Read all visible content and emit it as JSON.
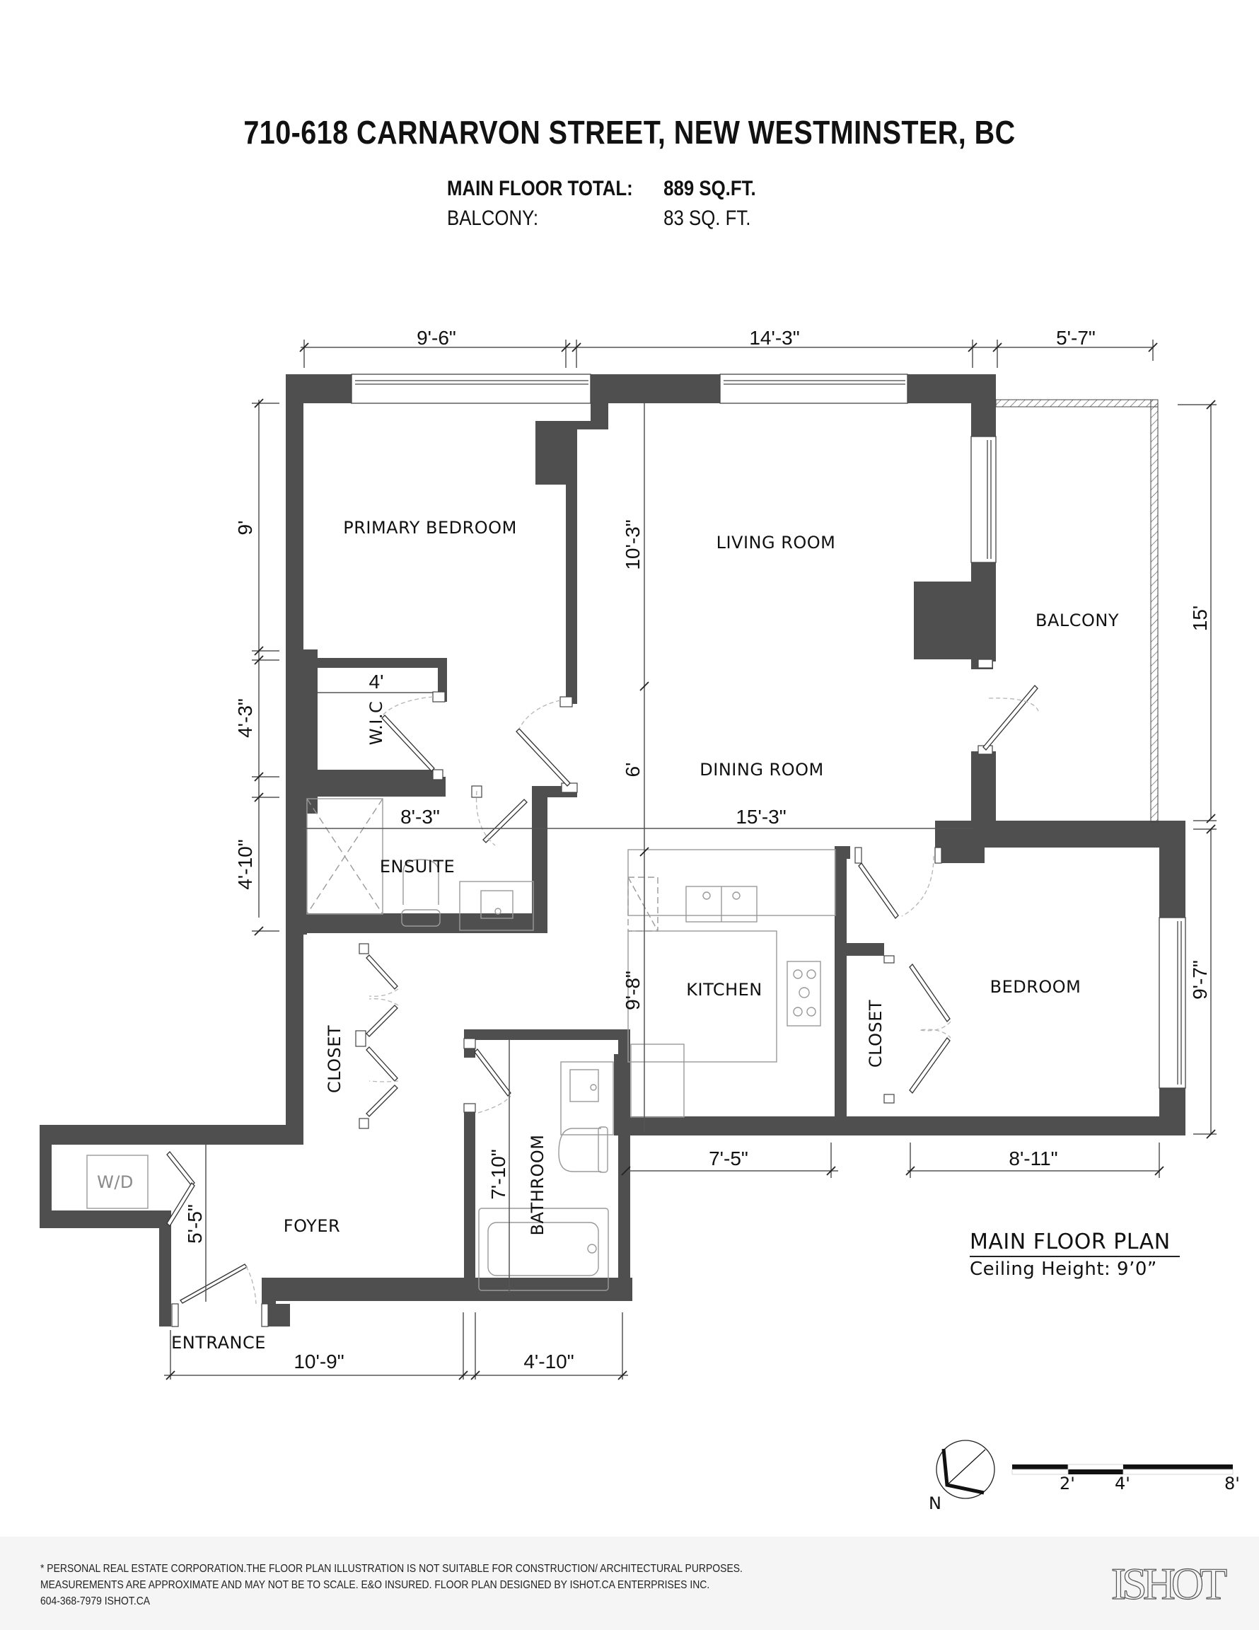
{
  "header": {
    "title": "710-618 CARNARVON STREET, NEW WESTMINSTER, BC",
    "areas": [
      {
        "label": "MAIN FLOOR TOTAL:",
        "value": "889 SQ.FT."
      },
      {
        "label": "BALCONY:",
        "value": "83 SQ. FT."
      }
    ]
  },
  "rooms": {
    "primary_bedroom": "PRIMARY BEDROOM",
    "living_room": "LIVING ROOM",
    "dining_room": "DINING ROOM",
    "balcony": "BALCONY",
    "wic": "W.I.C",
    "ensuite": "ENSUITE",
    "kitchen": "KITCHEN",
    "bedroom": "BEDROOM",
    "closet_bedroom": "CLOSET",
    "closet_hall": "CLOSET",
    "bathroom": "BATHROOM",
    "foyer": "FOYER",
    "wd": "W/D",
    "entrance": "ENTRANCE"
  },
  "dimensions": {
    "top_primary": "9'-6\"",
    "top_living": "14'-3\"",
    "top_balcony": "5'-7\"",
    "left_primary": "9'",
    "left_wic": "4'-3\"",
    "left_ensuite": "4'-10\"",
    "wic_width": "4'",
    "ensuite_width": "8'-3\"",
    "living_depth": "10'-3\"",
    "dining_depth": "6'",
    "dining_width": "15'-3\"",
    "balcony_depth": "15'",
    "kitchen_depth": "9'-8\"",
    "bedroom_depth": "9'-7\"",
    "kitchen_width": "7'-5\"",
    "bedroom_width": "8'-11\"",
    "bathroom_depth": "7'-10\"",
    "foyer_depth": "5'-5\"",
    "bottom_foyer": "10'-9\"",
    "bottom_bathroom": "4'-10\""
  },
  "plan_label": {
    "title": "MAIN FLOOR PLAN",
    "ceiling": "Ceiling Height: 9’0”"
  },
  "compass": {
    "label": "N"
  },
  "scale_bar": {
    "ticks": [
      "2'",
      "4'",
      "8'"
    ]
  },
  "footer": {
    "disclaimer_lines": [
      "* PERSONAL REAL ESTATE CORPORATION.THE FLOOR PLAN ILLUSTRATION IS NOT SUITABLE FOR CONSTRUCTION/ ARCHITECTURAL PURPOSES.",
      "MEASUREMENTS ARE APPROXIMATE AND MAY NOT BE TO SCALE. E&O INSURED. FLOOR PLAN DESIGNED BY ISHOT.CA ENTERPRISES INC.",
      "604-368-7979  ISHOT.CA"
    ],
    "logo": "ISHOT"
  },
  "colors": {
    "wall": "#4f4f4f",
    "fixture": "#9a9a9a",
    "footer_bg": "#f5f5f5",
    "text": "#111111"
  }
}
